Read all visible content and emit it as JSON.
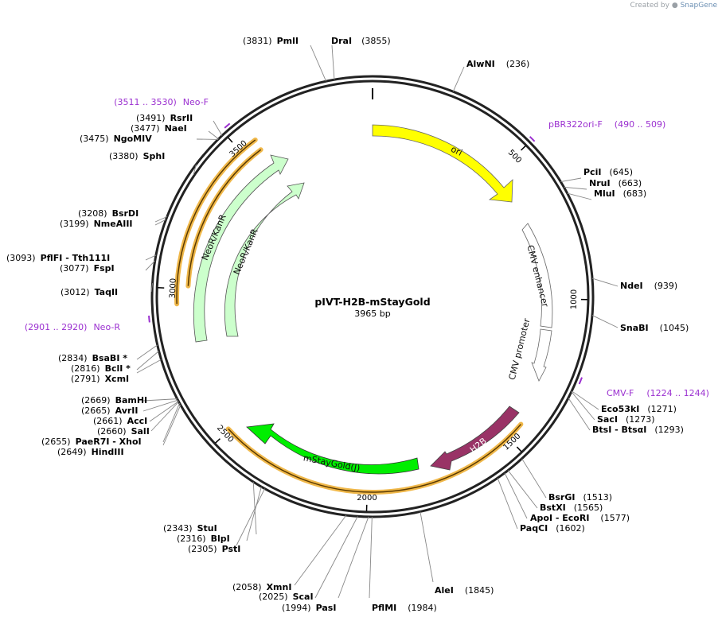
{
  "credit": {
    "prefix": "Created by",
    "brand": "SnapGene"
  },
  "plasmid": {
    "name": "pIVT-H2B-mStayGold",
    "size_label": "3965 bp",
    "length": 3965
  },
  "ticks": [
    "500",
    "1000",
    "1500",
    "2000",
    "2500",
    "3000",
    "3500"
  ],
  "sites": [
    {
      "pos": "(3831)",
      "name": "PmlI",
      "bp": 3831
    },
    {
      "pos": "(3855)",
      "name": "DraI",
      "bp": 3855
    },
    {
      "pos": "(236)",
      "name": "AlwNI",
      "bp": 236
    },
    {
      "pos": "(645)",
      "name": "PciI",
      "bp": 645
    },
    {
      "pos": "(663)",
      "name": "NruI",
      "bp": 663
    },
    {
      "pos": "(683)",
      "name": "MluI",
      "bp": 683
    },
    {
      "pos": "(939)",
      "name": "NdeI",
      "bp": 939
    },
    {
      "pos": "(1045)",
      "name": "SnaBI",
      "bp": 1045
    },
    {
      "pos": "(1271)",
      "name": "Eco53kI",
      "bp": 1271
    },
    {
      "pos": "(1273)",
      "name": "SacI",
      "bp": 1273
    },
    {
      "pos": "(1293)",
      "name": "BtsI - BtsαI",
      "bp": 1293
    },
    {
      "pos": "(1513)",
      "name": "BsrGI",
      "bp": 1513
    },
    {
      "pos": "(1565)",
      "name": "BstXI",
      "bp": 1565
    },
    {
      "pos": "(1577)",
      "name": "ApoI - EcoRI",
      "bp": 1577
    },
    {
      "pos": "(1602)",
      "name": "PaqCI",
      "bp": 1602
    },
    {
      "pos": "(1845)",
      "name": "AleI",
      "bp": 1845
    },
    {
      "pos": "(1984)",
      "name": "PflMI",
      "bp": 1984
    },
    {
      "pos": "(1994)",
      "name": "PasI",
      "bp": 1994
    },
    {
      "pos": "(2025)",
      "name": "ScaI",
      "bp": 2025
    },
    {
      "pos": "(2058)",
      "name": "XmnI",
      "bp": 2058
    },
    {
      "pos": "(2305)",
      "name": "PstI",
      "bp": 2305
    },
    {
      "pos": "(2316)",
      "name": "BlpI",
      "bp": 2316
    },
    {
      "pos": "(2343)",
      "name": "StuI",
      "bp": 2343
    },
    {
      "pos": "(2649)",
      "name": "HindIII",
      "bp": 2649
    },
    {
      "pos": "(2655)",
      "name": "PaeR7I - XhoI",
      "bp": 2655
    },
    {
      "pos": "(2660)",
      "name": "SalI",
      "bp": 2660
    },
    {
      "pos": "(2661)",
      "name": "AccI",
      "bp": 2661
    },
    {
      "pos": "(2665)",
      "name": "AvrII",
      "bp": 2665
    },
    {
      "pos": "(2669)",
      "name": "BamHI",
      "bp": 2669
    },
    {
      "pos": "(2791)",
      "name": "XcmI",
      "bp": 2791
    },
    {
      "pos": "(2816)",
      "name": "BclI *",
      "bp": 2816
    },
    {
      "pos": "(2834)",
      "name": "BsaBI *",
      "bp": 2834
    },
    {
      "pos": "(3012)",
      "name": "TaqII",
      "bp": 3012
    },
    {
      "pos": "(3077)",
      "name": "FspI",
      "bp": 3077
    },
    {
      "pos": "(3093)",
      "name": "PflFI - Tth111I",
      "bp": 3093
    },
    {
      "pos": "(3199)",
      "name": "NmeAIII",
      "bp": 3199
    },
    {
      "pos": "(3208)",
      "name": "BsrDI",
      "bp": 3208
    },
    {
      "pos": "(3380)",
      "name": "SphI",
      "bp": 3380
    },
    {
      "pos": "(3475)",
      "name": "NgoMIV",
      "bp": 3475
    },
    {
      "pos": "(3477)",
      "name": "NaeI",
      "bp": 3477
    },
    {
      "pos": "(3491)",
      "name": "RsrII",
      "bp": 3491
    }
  ],
  "primers": [
    {
      "name": "pBR322ori-F",
      "range": "(490 .. 509)"
    },
    {
      "name": "CMV-F",
      "range": "(1224 .. 1244)"
    },
    {
      "name": "Neo-R",
      "range": "(2901 .. 2920)"
    },
    {
      "name": "Neo-F",
      "range": "(3511 .. 3530)"
    }
  ],
  "features": [
    {
      "label": "ori",
      "color": "#ffff00"
    },
    {
      "label": "CMV enhancer",
      "color": "#ffffff"
    },
    {
      "label": "CMV promoter",
      "color": "#ffffff"
    },
    {
      "label": "H2B",
      "color": "#993366"
    },
    {
      "label": "mStayGold(J)",
      "color": "#00ee00"
    },
    {
      "label": "NeoR/KanR",
      "color": "#ccffcc"
    },
    {
      "label": "NeoR/KanR",
      "color": "#ccffcc"
    }
  ]
}
